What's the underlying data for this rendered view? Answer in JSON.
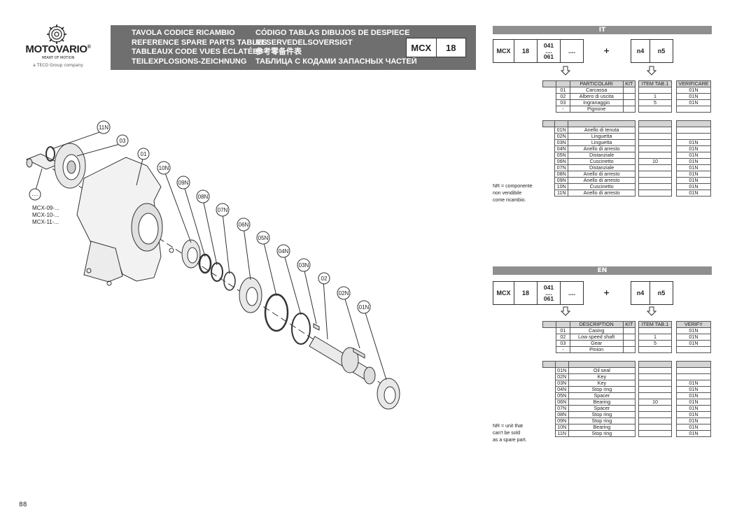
{
  "logo": {
    "brand": "MOTOVARIO",
    "reg": "®",
    "tagline": "HEART OF MOTION",
    "teco": "a TECO Group company"
  },
  "banner": {
    "lines_left": [
      "TAVOLA CODICE RICAMBIO",
      "REFERENCE SPARE PARTS TABLES",
      "TABLEAUX CODE VUES ÉCLATÉES",
      "TEILEXPLOSIONS-ZEICHNUNG"
    ],
    "lines_right": [
      "CÓDIGO TABLAS DIBUJOS DE DESPIECE",
      "RESERVEDELSOVERSIGT",
      "参考零备件表",
      "ТАБЛИЦА С КОДАМИ ЗАПАСНЫХ ЧАСТЕЙ"
    ],
    "model": "MCX",
    "size": "18"
  },
  "drawing": {
    "balloons": [
      "11N",
      "03",
      "01",
      "10N",
      "09N",
      "08N",
      "07N",
      "06N",
      "05N",
      "04N",
      "03N",
      "02",
      "02N",
      "01N",
      "...."
    ],
    "mcx_notes": [
      "MCX-09-...",
      "MCX-10-...",
      "MCX-11-..."
    ]
  },
  "code": {
    "mcx": "MCX",
    "size": "18",
    "ratio_top": "041",
    "ratio_mid": "....",
    "ratio_bot": "061",
    "dots": "....",
    "plus": "+",
    "n4": "n4",
    "n5": "n5"
  },
  "it": {
    "lang": "IT",
    "headers": [
      "PARTICOLARI",
      "KIT",
      "ITEM TAB.1",
      "VERIFICARE"
    ],
    "main_rows": [
      {
        "code": "01",
        "desc": "Carcassa",
        "kit": "",
        "item": "",
        "verify": "01N"
      },
      {
        "code": "02",
        "desc": "Albero di uscita",
        "kit": "",
        "item": "1",
        "verify": "01N"
      },
      {
        "code": "03",
        "desc": "Ingranaggio",
        "kit": "",
        "item": "5",
        "verify": "01N"
      },
      {
        "code": "-",
        "desc": "Pignone",
        "kit": "",
        "item": "",
        "verify": ""
      }
    ],
    "n_rows": [
      {
        "code": "01N",
        "desc": "Anello di tenuta",
        "item": "",
        "verify": ""
      },
      {
        "code": "02N",
        "desc": "Linguetta",
        "item": "",
        "verify": ""
      },
      {
        "code": "03N",
        "desc": "Linguetta",
        "item": "",
        "verify": "01N"
      },
      {
        "code": "04N",
        "desc": "Anello di arresto",
        "item": "",
        "verify": "01N"
      },
      {
        "code": "05N",
        "desc": "Distanziale",
        "item": "",
        "verify": "01N"
      },
      {
        "code": "06N",
        "desc": "Cuscinetto",
        "item": "10",
        "verify": "01N"
      },
      {
        "code": "07N",
        "desc": "Distanziale",
        "item": "",
        "verify": "01N"
      },
      {
        "code": "08N",
        "desc": "Anello di arresto",
        "item": "",
        "verify": "01N"
      },
      {
        "code": "09N",
        "desc": "Anello di arresto",
        "item": "",
        "verify": "01N"
      },
      {
        "code": "10N",
        "desc": "Cuscinetto",
        "item": "",
        "verify": "01N"
      },
      {
        "code": "11N",
        "desc": "Anello di arresto",
        "item": "",
        "verify": "01N"
      }
    ],
    "note": [
      "NR = componente",
      "non vendibile",
      "come ricambio."
    ]
  },
  "en": {
    "lang": "EN",
    "headers": [
      "DESCRIPTION",
      "KIT",
      "ITEM TAB.1",
      "VERIFY"
    ],
    "main_rows": [
      {
        "code": "01",
        "desc": "Casing",
        "kit": "",
        "item": "",
        "verify": "01N"
      },
      {
        "code": "02",
        "desc": "Low speed shaft",
        "kit": "",
        "item": "1",
        "verify": "01N"
      },
      {
        "code": "03",
        "desc": "Gear",
        "kit": "",
        "item": "5",
        "verify": "01N"
      },
      {
        "code": "-",
        "desc": "Pinion",
        "kit": "",
        "item": "",
        "verify": ""
      }
    ],
    "n_rows": [
      {
        "code": "01N",
        "desc": "Oil seal",
        "item": "",
        "verify": ""
      },
      {
        "code": "02N",
        "desc": "Key",
        "item": "",
        "verify": ""
      },
      {
        "code": "03N",
        "desc": "Key",
        "item": "",
        "verify": "01N"
      },
      {
        "code": "04N",
        "desc": "Stop ring",
        "item": "",
        "verify": "01N"
      },
      {
        "code": "05N",
        "desc": "Spacer",
        "item": "",
        "verify": "01N"
      },
      {
        "code": "06N",
        "desc": "Bearing",
        "item": "10",
        "verify": "01N"
      },
      {
        "code": "07N",
        "desc": "Spacer",
        "item": "",
        "verify": "01N"
      },
      {
        "code": "08N",
        "desc": "Stop ring",
        "item": "",
        "verify": "01N"
      },
      {
        "code": "09N",
        "desc": "Stop ring",
        "item": "",
        "verify": "01N"
      },
      {
        "code": "10N",
        "desc": "Bearing",
        "item": "",
        "verify": "01N"
      },
      {
        "code": "11N",
        "desc": "Stop ring",
        "item": "",
        "verify": "01N"
      }
    ],
    "note": [
      "NR = unit that",
      "can't be sold",
      "as a spare part."
    ]
  },
  "page_number": "88"
}
